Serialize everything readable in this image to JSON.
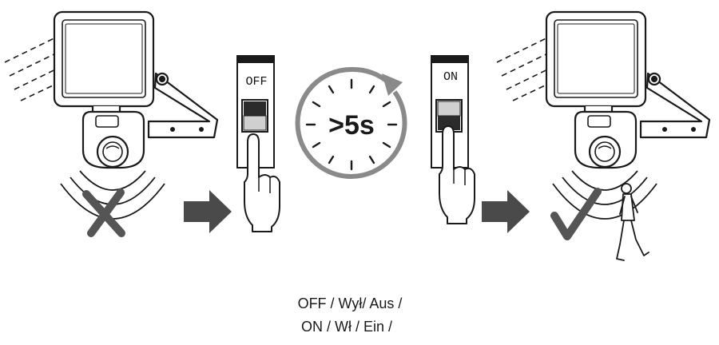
{
  "switch_off": {
    "label": "OFF"
  },
  "switch_on": {
    "label": "ON"
  },
  "timer": {
    "label": ">5s"
  },
  "captions": {
    "line1": "OFF / Wył/ Aus /",
    "line2": "ON / Wł / Ein /"
  },
  "icons": {
    "lamp_left": "floodlight-with-motion-sensor",
    "result_left": "cross-mark",
    "result_right": "check-mark",
    "arrow": "right-arrow",
    "timer": "clock-circle-arrow",
    "person": "walking-person"
  },
  "colors": {
    "line": "#1a1a1a",
    "arrow": "#4a4a4a",
    "mark": "#555555",
    "timer_ring": "#8a8a8a",
    "switch_body": "#2b2b2b"
  }
}
